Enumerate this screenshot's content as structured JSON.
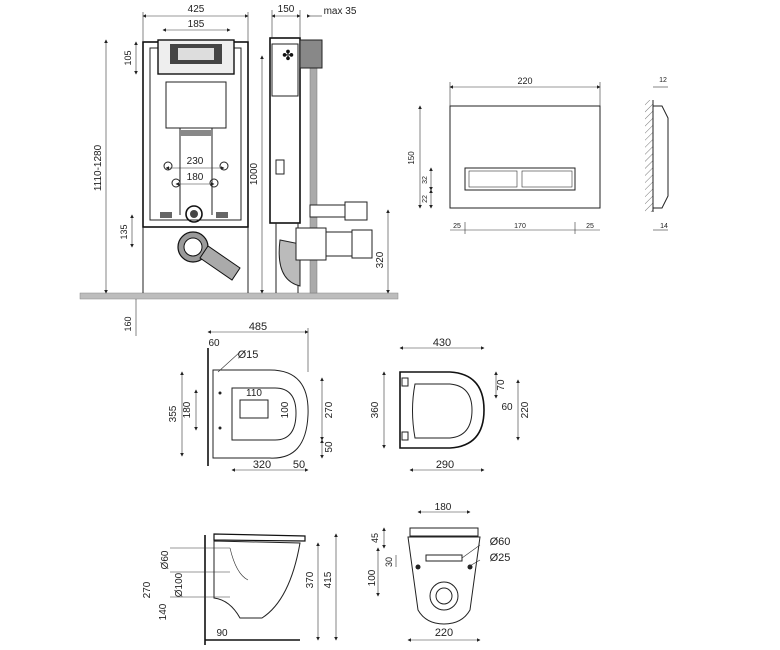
{
  "frame": {
    "w425": "425",
    "w185": "185",
    "h105": "105",
    "h1110": "1110-1280",
    "h1000": "1000",
    "w230": "230",
    "w180": "180",
    "h135": "135",
    "h320": "320",
    "h160": "160",
    "w150": "150",
    "max35": "max 35"
  },
  "plate": {
    "w220": "220",
    "h150": "150",
    "h32": "32",
    "h22": "22",
    "w25a": "25",
    "w170": "170",
    "w25b": "25",
    "d12": "12",
    "d14": "14"
  },
  "bowl_top": {
    "w485": "485",
    "w60": "60",
    "d15": "Ø15",
    "w110": "110",
    "h100": "100",
    "h355": "355",
    "h180": "180",
    "h270": "270",
    "h50": "50",
    "w320": "320",
    "w50": "50"
  },
  "seat_top": {
    "w430": "430",
    "h70": "70",
    "h60": "60",
    "h360": "360",
    "h220": "220",
    "w290": "290"
  },
  "bowl_side": {
    "d60": "Ø60",
    "h270": "270",
    "d100": "Ø100",
    "h140": "140",
    "h370": "370",
    "h415": "415",
    "w90": "90"
  },
  "bowl_back": {
    "w180": "180",
    "h45": "45",
    "d60": "Ø60",
    "d25": "Ø25",
    "h100": "100",
    "h30": "30",
    "w220": "220"
  }
}
